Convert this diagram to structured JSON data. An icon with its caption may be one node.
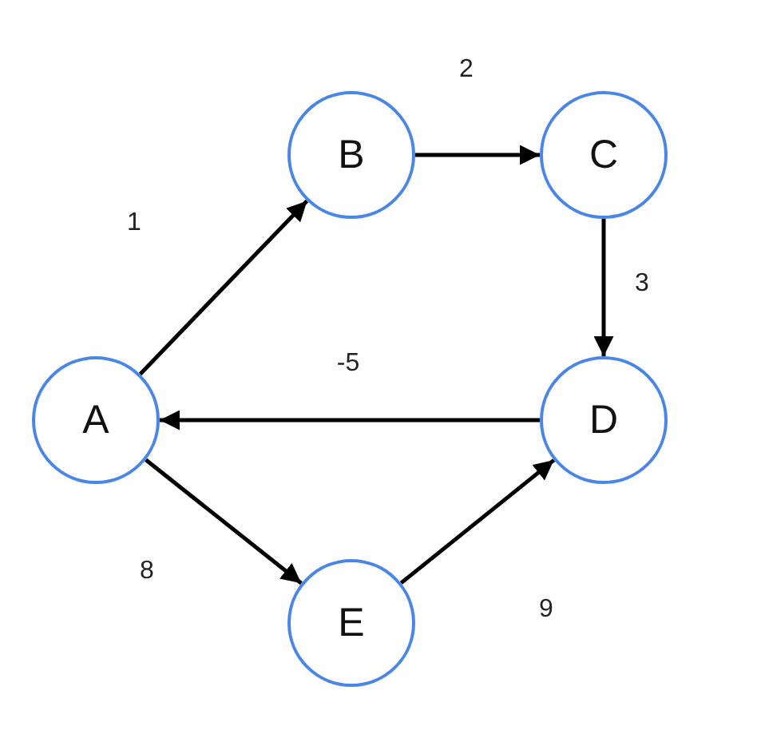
{
  "diagram": {
    "nodes": [
      {
        "text": [
          "A"
        ]
      },
      {
        "text": [
          "B"
        ]
      },
      {
        "text": [
          "C"
        ]
      },
      {
        "text": [
          "D"
        ]
      },
      {
        "text": [
          "E"
        ]
      }
    ],
    "edges": [
      {
        "from": 0,
        "to": 1,
        "arrow": "to",
        "label": "1"
      },
      {
        "from": 1,
        "to": 2,
        "arrow": "to",
        "label": "2"
      },
      {
        "from": 2,
        "to": 3,
        "arrow": "to",
        "label": "3"
      },
      {
        "from": 3,
        "to": 0,
        "arrow": "to",
        "label": "-5"
      },
      {
        "from": 0,
        "to": 4,
        "arrow": "to",
        "label": "8"
      },
      {
        "from": 4,
        "to": 3,
        "arrow": "to",
        "label": "9"
      }
    ]
  }
}
